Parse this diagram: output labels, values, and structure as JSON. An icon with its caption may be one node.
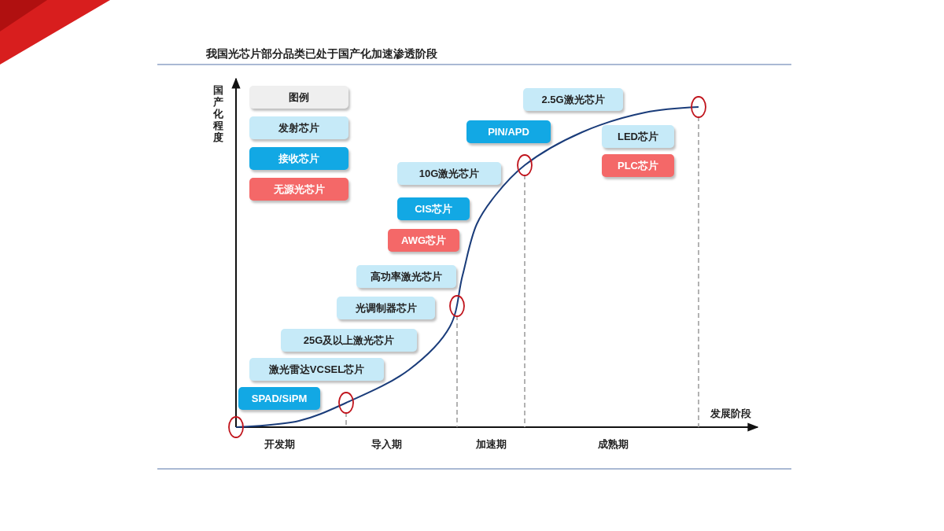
{
  "diagram": {
    "title": "我国光芯片部分品类已处于国产化加速渗透阶段",
    "nodes": [
      {
        "text": [
          "2.5G激光芯片"
        ]
      },
      {
        "text": [
          "PIN/APD"
        ]
      },
      {
        "text": [
          "LED芯片"
        ]
      },
      {
        "text": [
          "PLC芯片"
        ]
      },
      {
        "text": [
          "10G激光芯片"
        ]
      },
      {
        "text": [
          "CIS芯片"
        ]
      },
      {
        "text": [
          "AWG芯片"
        ]
      },
      {
        "text": [
          "高功率激光芯片"
        ]
      },
      {
        "text": [
          "光调制器芯片"
        ]
      },
      {
        "text": [
          "25G及以上激光芯片"
        ]
      },
      {
        "text": [
          "激光雷达VCSEL芯片"
        ]
      },
      {
        "text": [
          "SPAD/SiPM"
        ]
      }
    ],
    "labels": [
      "国产化程度",
      "发展阶段",
      "开发期",
      "导入期",
      "加速期",
      "成熟期",
      "图例"
    ],
    "legend": [
      {
        "text": "发射芯片",
        "color": "#c6eaf8"
      },
      {
        "text": "接收芯片",
        "color": "#12a8e4"
      },
      {
        "text": "无源光芯片",
        "color": "#f46868"
      }
    ]
  }
}
